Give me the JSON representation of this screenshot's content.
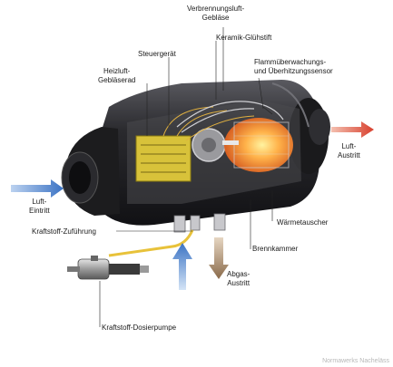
{
  "labels": {
    "verbrennungsluft_geblaese": [
      "Verbrennungsluft-",
      "Gebläse"
    ],
    "steuergeraet": "Steuergerät",
    "keramik_gluehstift": "Keramik-Glühstift",
    "flammueberwachung": [
      "Flammüberwachungs-",
      "und Überhitzungssensor"
    ],
    "heizluft_geblaeserad": [
      "Heizluft-",
      "Gebläserad"
    ],
    "luft_austritt": [
      "Luft-",
      "Austritt"
    ],
    "luft_eintritt": [
      "Luft-",
      "Eintritt"
    ],
    "waermetauscher": "Wärmetauscher",
    "kraftstoff_zufuehrung": "Kraftstoff-Zuführung",
    "brennkammer": "Brennkammer",
    "abgas_austritt": [
      "Abgas-",
      "Austritt"
    ],
    "kraftstoff_dosierpumpe": "Kraftstoff-Dosierpumpe"
  },
  "watermark": "Normawerks Nacheläss",
  "colors": {
    "housing": "#2a2a2e",
    "flame": "#f08a1c",
    "air_in": "#3b73c4",
    "air_out": "#d8402e",
    "exhaust": "#9a7a5a",
    "fuel_hose": "#e8c23a",
    "pcb": "#d8c23a"
  }
}
